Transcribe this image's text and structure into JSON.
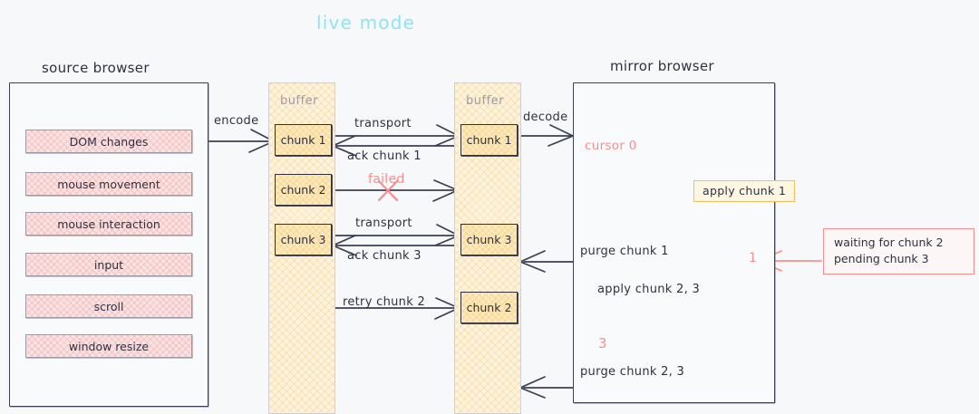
{
  "diagram": {
    "title": "live mode",
    "title_color": "#8fe3f5",
    "accent_pink": "#f98d8d",
    "accent_yellow": "#f0c060",
    "ink": "#2e3142"
  },
  "source_browser": {
    "title": "source browser",
    "events": [
      {
        "label": "DOM changes"
      },
      {
        "label": "mouse movement"
      },
      {
        "label": "mouse interaction"
      },
      {
        "label": "input"
      },
      {
        "label": "scroll"
      },
      {
        "label": "window resize"
      }
    ]
  },
  "buffer_left": {
    "title": "buffer",
    "chunks": [
      {
        "label": "chunk 1"
      },
      {
        "label": "chunk 2"
      },
      {
        "label": "chunk 3"
      }
    ]
  },
  "buffer_right": {
    "title": "buffer",
    "chunks": [
      {
        "label": "chunk 1"
      },
      {
        "label": "chunk 3"
      },
      {
        "label": "chunk 2"
      }
    ]
  },
  "mirror_browser": {
    "title": "mirror browser",
    "cursor_label": "cursor 0",
    "marker_one": "1",
    "marker_three": "3",
    "purge_1": "purge chunk 1",
    "apply_23": "apply chunk 2, 3",
    "purge_23": "purge chunk 2, 3"
  },
  "arrows": {
    "encode": "encode",
    "decode": "decode",
    "transport_1": "transport",
    "ack_chunk_1": "ack chunk 1",
    "failed": "failed",
    "transport_2": "transport",
    "ack_chunk_3": "ack chunk 3",
    "retry_chunk_2": "retry chunk 2"
  },
  "callouts": {
    "apply_chunk_1": "apply chunk 1",
    "waiting_line_1": "waiting for chunk 2",
    "waiting_line_2": "pending chunk 3"
  }
}
